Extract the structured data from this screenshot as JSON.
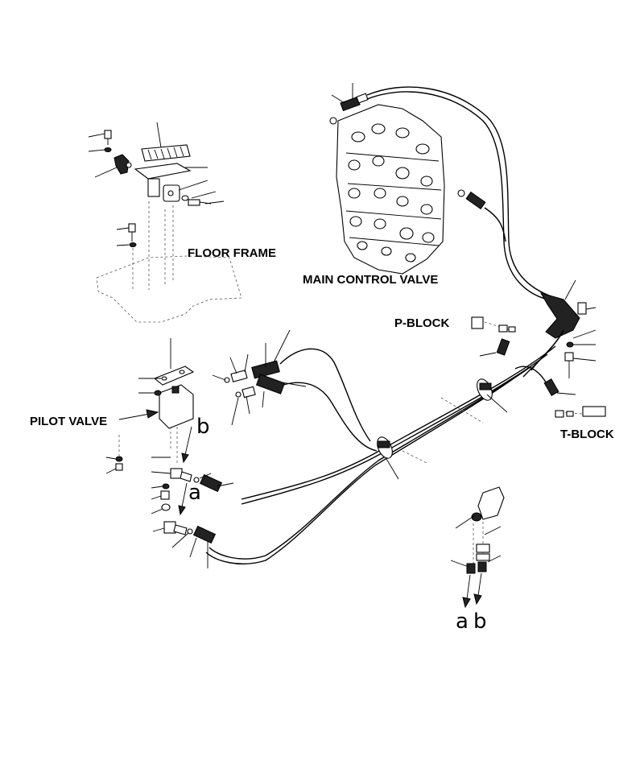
{
  "labels": {
    "floor_frame": "FLOOR FRAME",
    "main_control_valve": "MAIN CONTROL VALVE",
    "p_block": "P-BLOCK",
    "pilot_valve": "PILOT VALVE",
    "t_block": "T-BLOCK",
    "a": "a",
    "b": "b"
  }
}
